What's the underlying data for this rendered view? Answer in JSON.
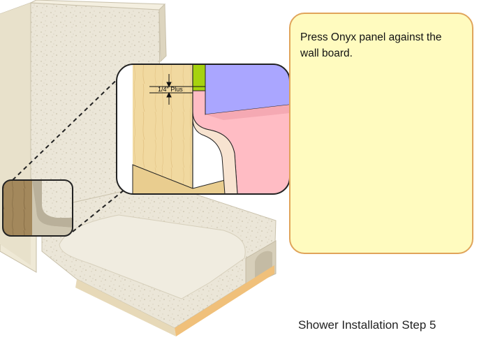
{
  "note": {
    "text": "Press Onyx panel against the wall board."
  },
  "caption": "Shower Installation Step 5",
  "detail": {
    "dimension_label": "1/4\" Plus"
  },
  "colors": {
    "note_fill": "#fffbbf",
    "note_border": "#e0a45a",
    "wood": "#f1d9a0",
    "green_strip": "#a6d20e",
    "blue_panel": "#aaa6ff",
    "pink_panel": "#ffbcc4",
    "stone": "#ebe6d8"
  }
}
